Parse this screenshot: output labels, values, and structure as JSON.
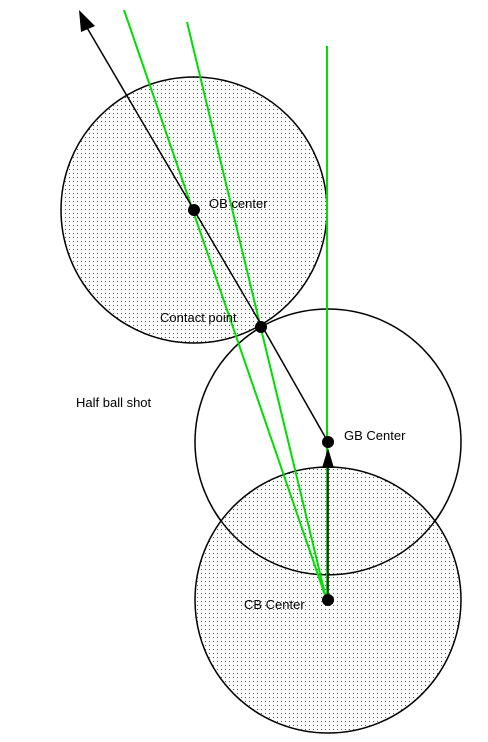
{
  "diagram": {
    "title": "Half ball shot",
    "labels": {
      "object_ball_center": "OB center",
      "contact_point": "Contact point",
      "ghost_ball_center": "GB Center",
      "cue_ball_center": "CB Center"
    },
    "colors": {
      "aim_lines": "#00dd00",
      "outline": "#000000",
      "ball_fill_dots": "#555555",
      "background": "#ffffff"
    }
  }
}
